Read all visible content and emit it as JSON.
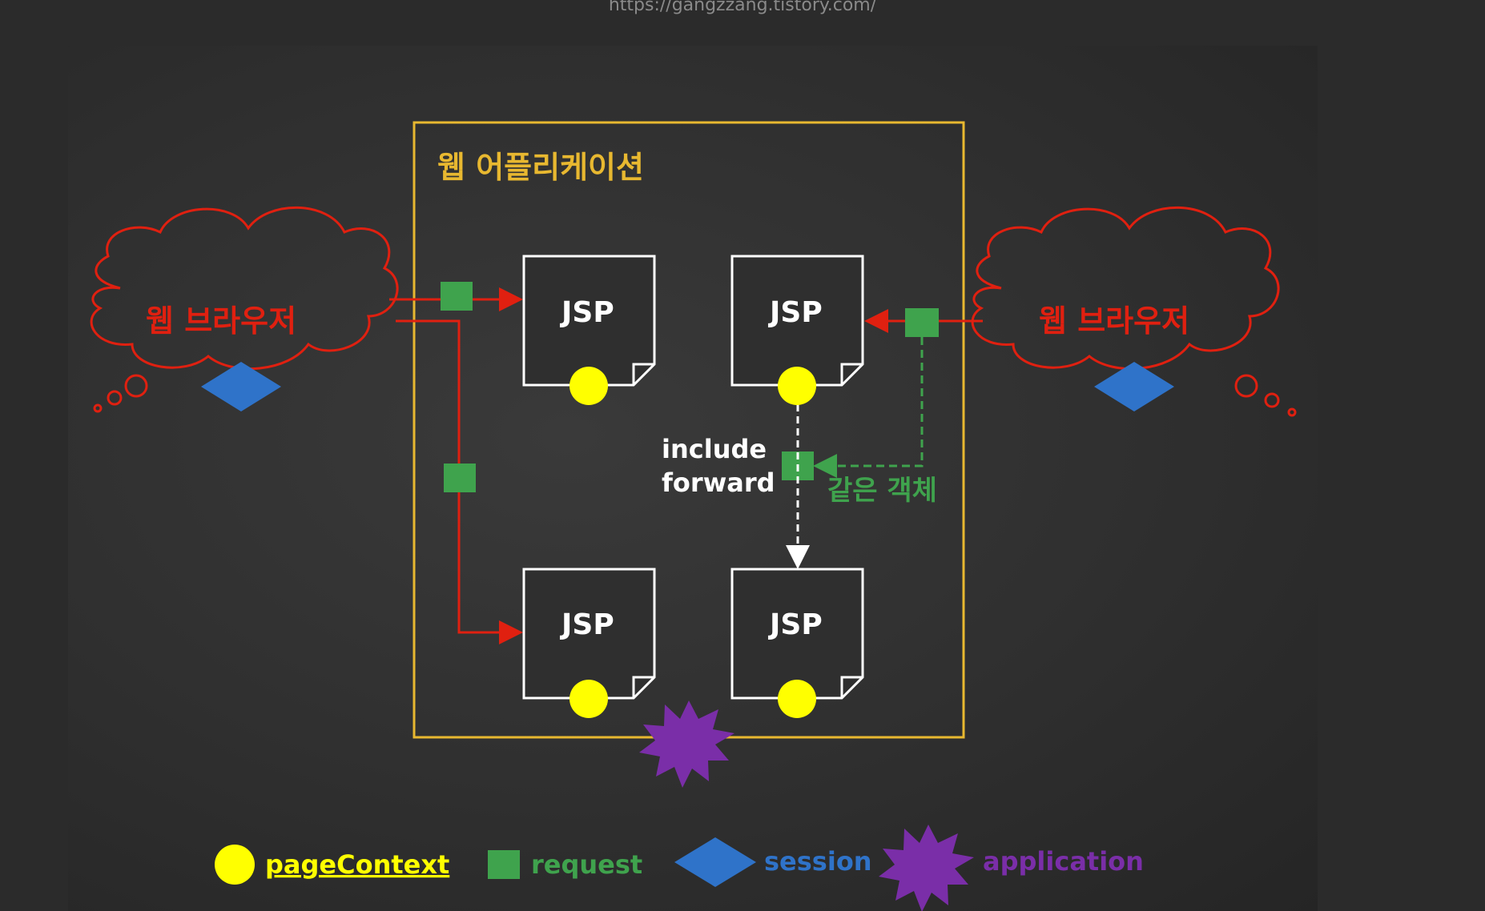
{
  "source_url": "https://gangzzang.tistory.com/",
  "app_container_label": "웹 어플리케이션",
  "browser_left_label": "웹 브라우저",
  "browser_right_label": "웹 브라우저",
  "jsp_labels": [
    "JSP",
    "JSP",
    "JSP",
    "JSP"
  ],
  "include_label": "include",
  "forward_label": "forward",
  "same_object_label": "같은 객체",
  "legend": {
    "page_context": "pageContext",
    "request": "request",
    "session": "session",
    "application": "application"
  },
  "colors": {
    "board": "#2f2f2f",
    "container_border": "#e8b830",
    "container_title": "#e8b830",
    "browser": "#e02010",
    "page_context": "#ffff00",
    "request": "#3fa34d",
    "session": "#2f73c9",
    "application": "#7a2ea8",
    "jsp_box": "#ffffff"
  }
}
